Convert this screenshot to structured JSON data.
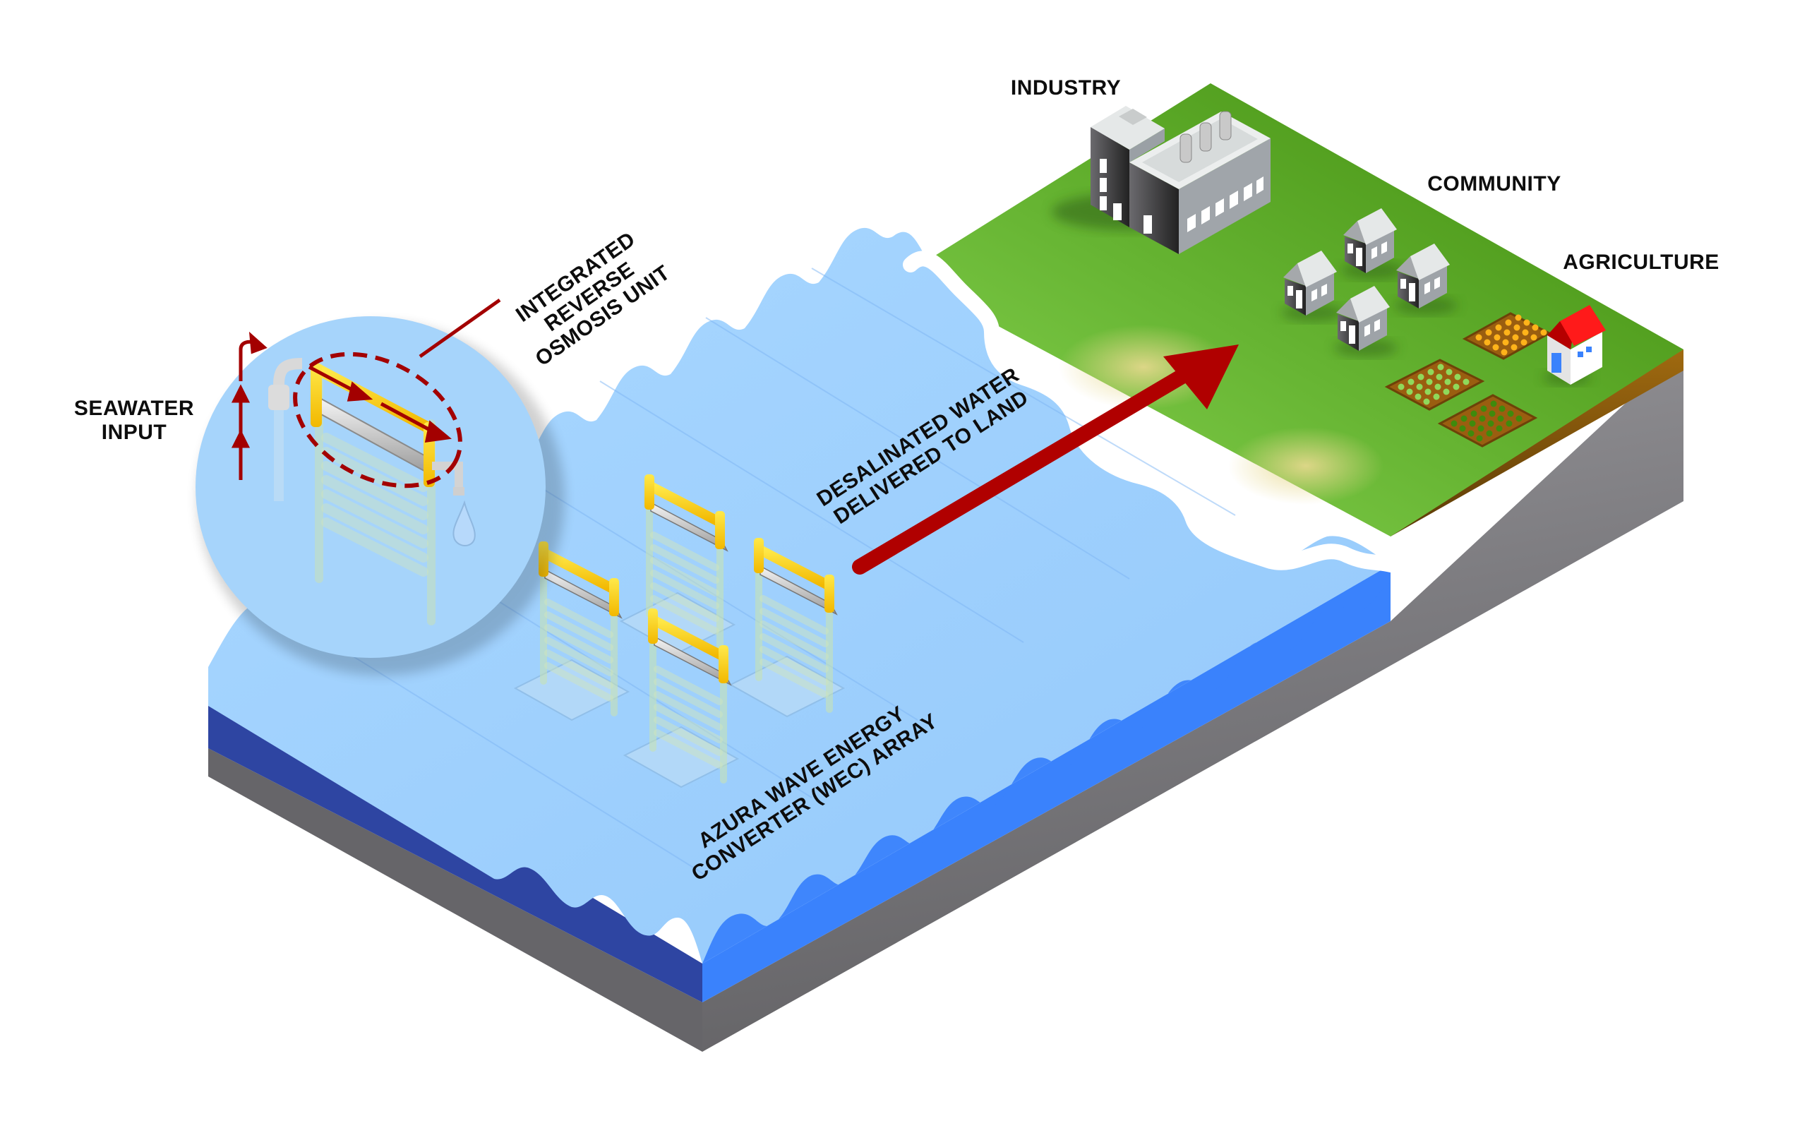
{
  "diagram": {
    "title": "Azura wave energy desalination system",
    "labels": {
      "industry": "INDUSTRY",
      "community": "COMMUNITY",
      "agriculture": "AGRICULTURE",
      "seawater_input": "SEAWATER\nINPUT",
      "ro_unit": "INTEGRATED\nREVERSE\nOSMOSIS UNIT",
      "desalinated": "DESALINATED WATER\nDELIVERED TO LAND",
      "wec_array": "AZURA WAVE ENERGY\nCONVERTER (WEC) ARRAY"
    },
    "elements": {
      "wec_device_count": 4,
      "community_house_count": 4,
      "farm_plot_count": 3,
      "factory_chimney_count": 3
    },
    "colors": {
      "sea_surface": "#a3d3fd",
      "sea_front": "#3a82fc",
      "sea_side": "#2f45a3",
      "land": "#5aa82a",
      "land_light": "#86d14c",
      "soil": "#8b5a10",
      "bedrock": "#6a686b",
      "arrow": "#b00000",
      "wec_yellow": "#ffd60a",
      "house_roof_red": "#ff1a1a"
    }
  }
}
